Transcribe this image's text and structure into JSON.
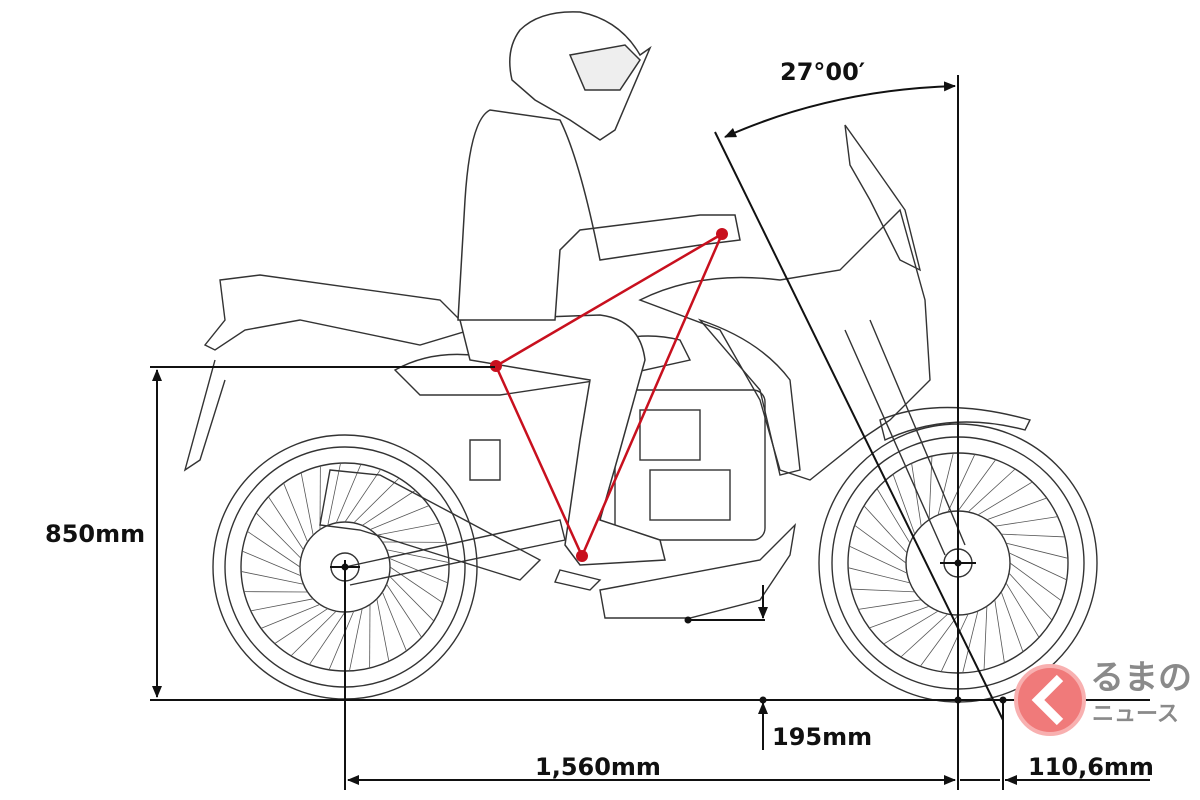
{
  "dimensions": {
    "caster_angle": "27°00′",
    "seat_height": "850mm",
    "ground_clearance": "195mm",
    "wheelbase": "1,560mm",
    "trail": "110,6mm"
  },
  "watermark": {
    "line1": "るまの",
    "line2": "ニュース",
    "logo_text": "くるまのニュース"
  },
  "colors": {
    "ergonomic_triangle": "#c8101e",
    "line": "#111111",
    "watermark_red": "#f07a7a"
  }
}
